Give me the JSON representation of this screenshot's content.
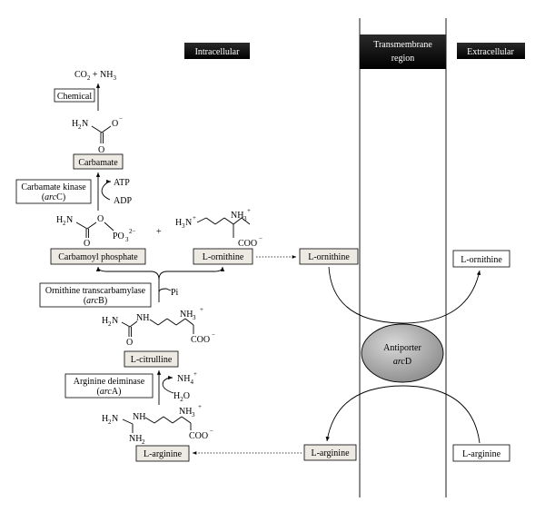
{
  "headers": {
    "intracellular": "Intracellular",
    "transmembrane_line1": "Transmembrane",
    "transmembrane_line2": "region",
    "extracellular": "Extracellular"
  },
  "molecules": {
    "co2_nh3": "CO",
    "co2_sub": "2",
    "plus_nh3": " + NH",
    "nh3_sub": "3",
    "carbamate_box": "Carbamate",
    "carbamoyl_phosphate_box": "Carbamoyl phosphate",
    "l_ornithine_box": "L-ornithine",
    "l_citrulline_box": "L-citrulline",
    "l_arginine_box": "L-arginine",
    "plus_sign": "+"
  },
  "enzymes": {
    "chemical": "Chemical",
    "carbamate_kinase_line1": "Carbamate kinase",
    "carbamate_kinase_line2_pre": "(",
    "carbamate_kinase_gene": "arc",
    "carbamate_kinase_gene_letter": "C",
    "carbamate_kinase_line2_post": ")",
    "otc_line1": "Ornithine transcarbamylase",
    "otc_gene": "arc",
    "otc_gene_letter": "B",
    "adi_line1": "Arginine deiminase",
    "adi_gene": "arc",
    "adi_gene_letter": "A"
  },
  "cofactors": {
    "atp": "ATP",
    "adp": "ADP",
    "pi": "Pi",
    "nh4": "NH",
    "nh4_sub": "4",
    "nh4_sup": "+",
    "h2o_h": "H",
    "h2o_sub": "2",
    "h2o_o": "O"
  },
  "antiporter": {
    "label": "Antiporter",
    "gene": "arc",
    "gene_letter": "D"
  },
  "transport": {
    "mem_ornithine": "L-ornithine",
    "ext_ornithine": "L-ornithine",
    "mem_arginine": "L-arginine",
    "ext_arginine": "L-arginine"
  },
  "colors": {
    "box_fill": "#eceae2",
    "header_fill": "#1a1a1a",
    "antiporter_fill": "#b0b0b0"
  }
}
